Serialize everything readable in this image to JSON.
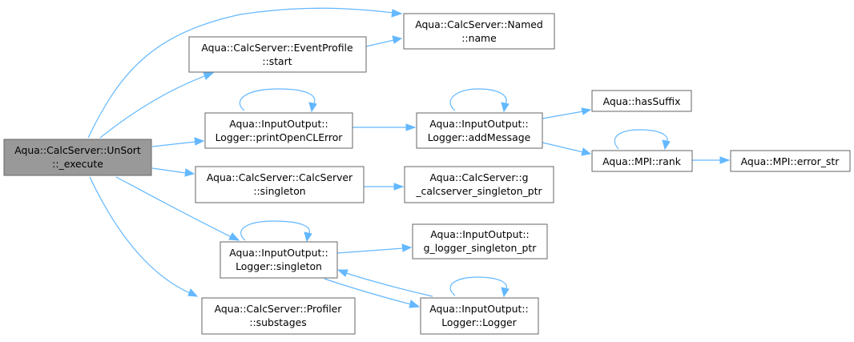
{
  "graph": {
    "nodes": [
      {
        "id": "unsort_execute",
        "lines": [
          "Aqua::CalcServer::UnSort",
          "::_execute"
        ],
        "root": true
      },
      {
        "id": "named_name",
        "lines": [
          "Aqua::CalcServer::Named",
          "::name"
        ]
      },
      {
        "id": "eventprofile_start",
        "lines": [
          "Aqua::CalcServer::EventProfile",
          "::start"
        ]
      },
      {
        "id": "printopenclerror",
        "lines": [
          "Aqua::InputOutput::",
          "Logger::printOpenCLError"
        ]
      },
      {
        "id": "addmessage",
        "lines": [
          "Aqua::InputOutput::",
          "Logger::addMessage"
        ]
      },
      {
        "id": "hassuffix",
        "lines": [
          "Aqua::hasSuffix"
        ]
      },
      {
        "id": "mpi_rank",
        "lines": [
          "Aqua::MPI::rank"
        ]
      },
      {
        "id": "mpi_error_str",
        "lines": [
          "Aqua::MPI::error_str"
        ]
      },
      {
        "id": "calcserver_singleton",
        "lines": [
          "Aqua::CalcServer::CalcServer",
          "::singleton"
        ]
      },
      {
        "id": "g_calcserver_ptr",
        "lines": [
          "Aqua::CalcServer::g",
          "_calcserver_singleton_ptr"
        ]
      },
      {
        "id": "logger_singleton",
        "lines": [
          "Aqua::InputOutput::",
          "Logger::singleton"
        ]
      },
      {
        "id": "g_logger_ptr",
        "lines": [
          "Aqua::InputOutput::",
          "g_logger_singleton_ptr"
        ]
      },
      {
        "id": "logger_ctor",
        "lines": [
          "Aqua::InputOutput::",
          "Logger::Logger"
        ]
      },
      {
        "id": "profiler_substages",
        "lines": [
          "Aqua::CalcServer::Profiler",
          "::substages"
        ]
      }
    ],
    "edges": [
      {
        "from": "unsort_execute",
        "to": "named_name"
      },
      {
        "from": "unsort_execute",
        "to": "eventprofile_start"
      },
      {
        "from": "eventprofile_start",
        "to": "named_name"
      },
      {
        "from": "unsort_execute",
        "to": "printopenclerror"
      },
      {
        "from": "printopenclerror",
        "to": "printopenclerror"
      },
      {
        "from": "printopenclerror",
        "to": "addmessage"
      },
      {
        "from": "addmessage",
        "to": "addmessage"
      },
      {
        "from": "addmessage",
        "to": "hassuffix"
      },
      {
        "from": "addmessage",
        "to": "mpi_rank"
      },
      {
        "from": "mpi_rank",
        "to": "mpi_rank"
      },
      {
        "from": "mpi_rank",
        "to": "mpi_error_str"
      },
      {
        "from": "unsort_execute",
        "to": "calcserver_singleton"
      },
      {
        "from": "calcserver_singleton",
        "to": "g_calcserver_ptr"
      },
      {
        "from": "unsort_execute",
        "to": "logger_singleton"
      },
      {
        "from": "logger_singleton",
        "to": "logger_singleton"
      },
      {
        "from": "logger_singleton",
        "to": "g_logger_ptr"
      },
      {
        "from": "logger_singleton",
        "to": "logger_ctor"
      },
      {
        "from": "logger_ctor",
        "to": "logger_ctor"
      },
      {
        "from": "logger_ctor",
        "to": "logger_singleton"
      },
      {
        "from": "unsort_execute",
        "to": "profiler_substages"
      }
    ]
  },
  "colors": {
    "edge": "#63b8ff",
    "node_border": "#666666",
    "root_fill": "#999999",
    "node_fill": "#ffffff"
  }
}
